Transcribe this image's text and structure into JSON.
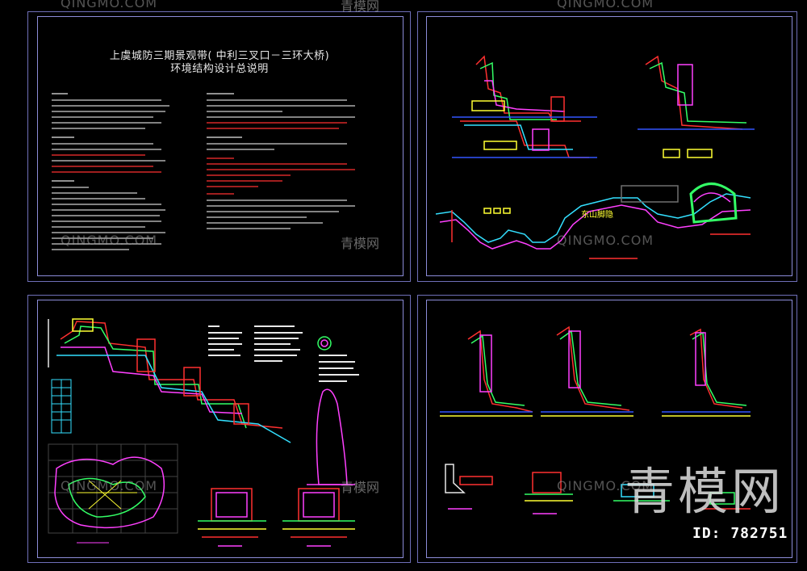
{
  "sheet1": {
    "title_line1": "上虞城防三期景观带( 中利三叉口－三环大桥)",
    "title_line2": "环境结构设计总说明"
  },
  "sheet2": {
    "plan_label": "东山脚隐"
  },
  "watermarks": {
    "latin": "QINGMO.COM",
    "chinese": "青模网"
  },
  "brand_watermark": "青模网",
  "id_text": "ID: 782751",
  "colors": {
    "background": "#000000",
    "frame": "#8c8cd8",
    "structure_red": "#ff3030",
    "fill_green": "#33ff66",
    "line_cyan": "#33e0ff",
    "line_magenta": "#ff40ff",
    "line_yellow": "#ffff33",
    "text_white": "#e8e8e8"
  }
}
